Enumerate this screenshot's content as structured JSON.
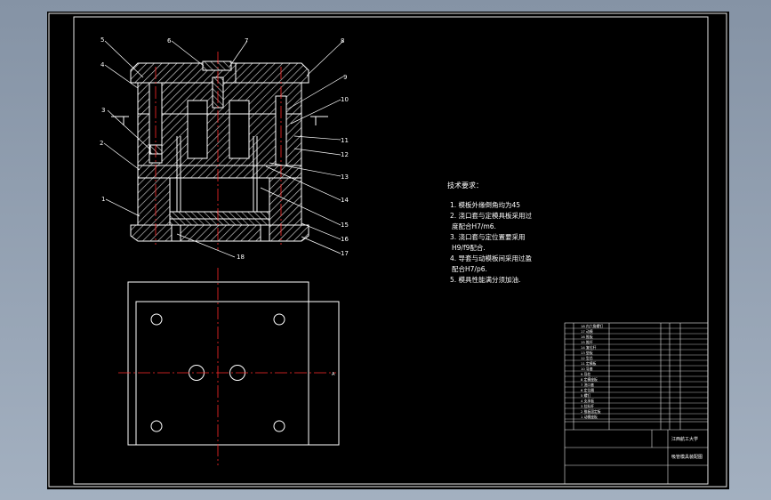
{
  "callouts": {
    "left": [
      {
        "n": "5"
      },
      {
        "n": "4"
      },
      {
        "n": "3"
      },
      {
        "n": "2"
      },
      {
        "n": "1"
      }
    ],
    "top": [
      {
        "n": "6"
      },
      {
        "n": "7"
      },
      {
        "n": "8"
      }
    ],
    "right": [
      {
        "n": "9"
      },
      {
        "n": "10"
      },
      {
        "n": "11"
      },
      {
        "n": "12"
      },
      {
        "n": "13"
      },
      {
        "n": "14"
      },
      {
        "n": "15"
      },
      {
        "n": "16"
      },
      {
        "n": "17"
      }
    ],
    "bottom": [
      {
        "n": "18"
      }
    ]
  },
  "tech_requirements": {
    "title": "技术要求：",
    "items": [
      "1. 模板外缘倒角均为45",
      "2. 浇口套与定模具板采用过",
      "度配合H7/m6.",
      "3. 浇口套与定位置要采用",
      "H9/f9配合.",
      "4. 导套与动模板间采用过盈",
      "配合H7/p6.",
      "5. 模具性能满分须加油."
    ]
  },
  "section_mark": "A",
  "title_block": {
    "school": "江西航工大学",
    "drawing_name": "吸管模具装配图",
    "bom_rows": [
      "18 内六角螺钉",
      "17 动模",
      "16 推板",
      "15 推杆",
      "14 复位杆",
      "13 垫板",
      "12 型芯",
      "11 定模板",
      "10 导套",
      "9 导柱",
      "8 定模座板",
      "7 浇口套",
      "6 定位圈",
      "5 螺钉",
      "4 支承板",
      "3 拉料杆",
      "2 推板固定板",
      "1 动模座板"
    ]
  }
}
